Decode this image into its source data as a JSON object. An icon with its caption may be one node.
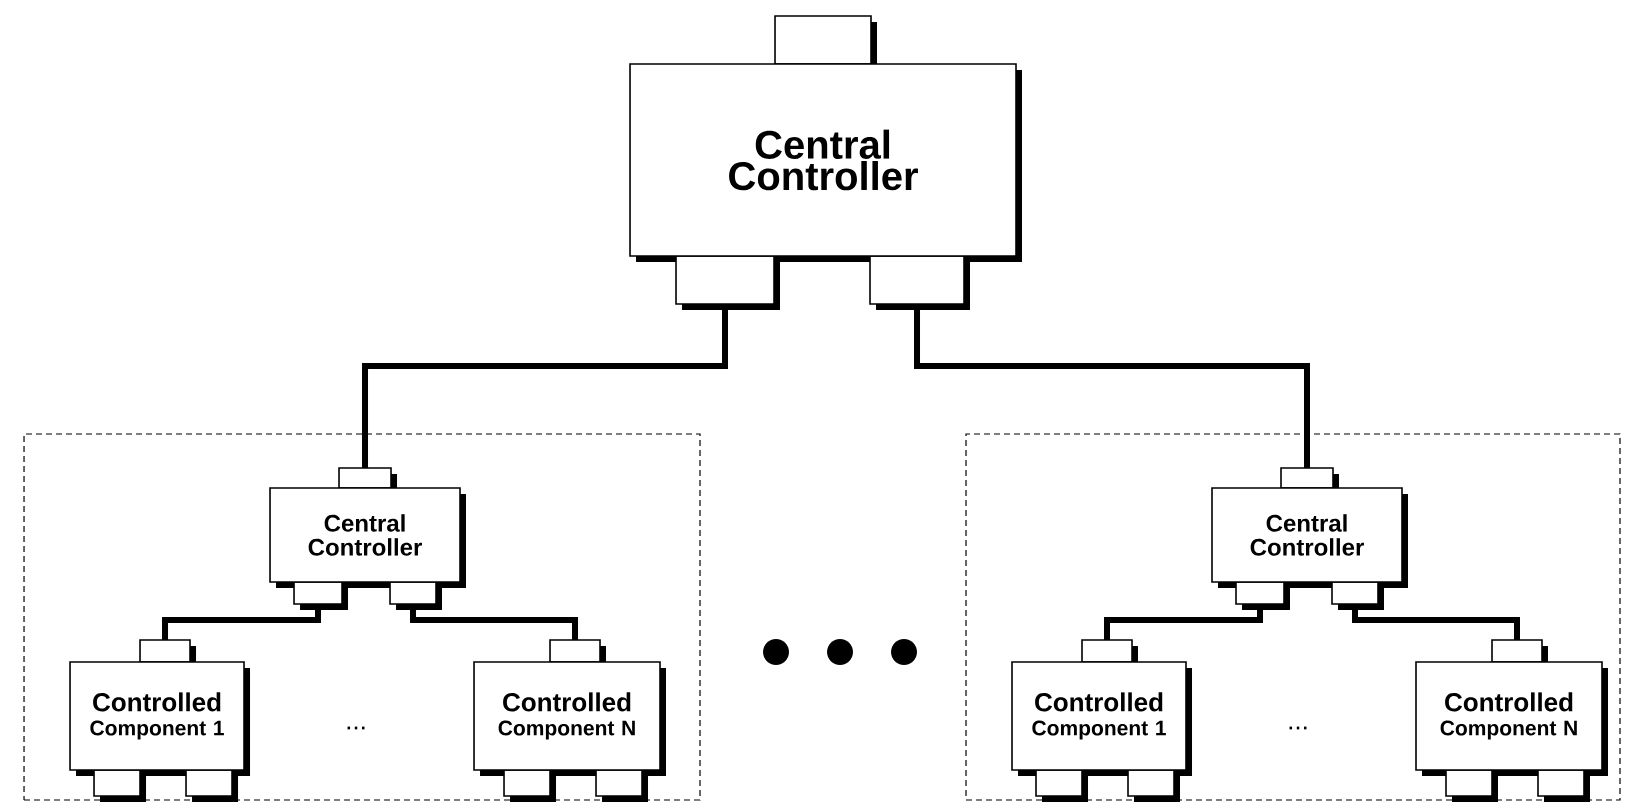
{
  "diagram": {
    "nodes": [
      {
        "text": [
          "Central Controller"
        ]
      },
      {
        "text": [],
        "shape": "box"
      },
      {
        "text": [
          "Central Controller"
        ],
        "in": 1
      },
      {
        "text": [
          "Controlled",
          "Component 1"
        ],
        "in": 1
      },
      {
        "text": [
          "Controlled",
          "Component N"
        ],
        "in": 1
      },
      {
        "text": [],
        "shape": "box"
      },
      {
        "text": [
          "Central Controller"
        ],
        "in": 5
      },
      {
        "text": [
          "Controlled",
          "Component 1"
        ],
        "in": 5
      },
      {
        "text": [
          "Controlled",
          "Component N"
        ],
        "in": 5
      }
    ],
    "edges": [
      {
        "from": 0,
        "to": 2,
        "arrow": "none"
      },
      {
        "from": 0,
        "to": 6,
        "arrow": "none"
      },
      {
        "from": 2,
        "to": 3,
        "arrow": "none"
      },
      {
        "from": 2,
        "to": 4,
        "arrow": "none"
      },
      {
        "from": 6,
        "to": 7,
        "arrow": "none"
      },
      {
        "from": 6,
        "to": 8,
        "arrow": "none"
      }
    ],
    "labels": [
      "...",
      "..."
    ]
  }
}
